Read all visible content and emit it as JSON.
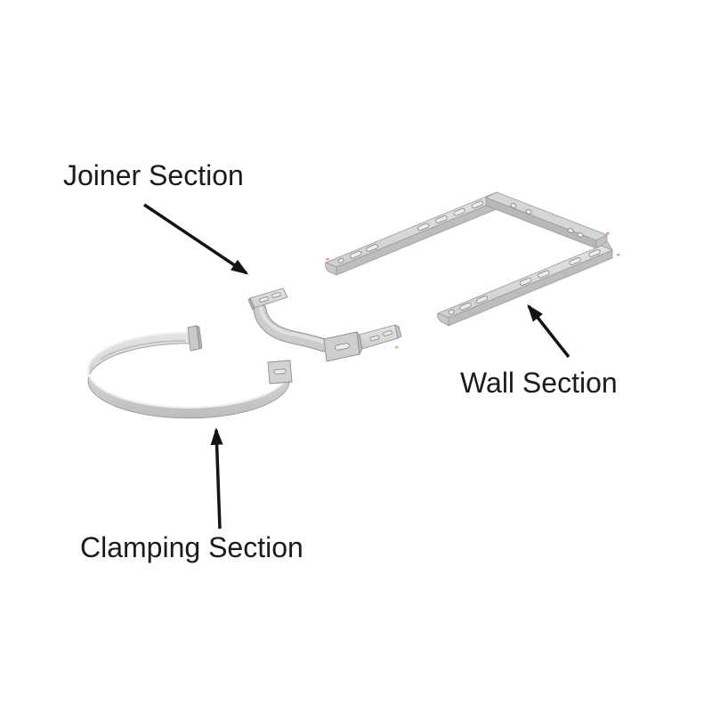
{
  "diagram": {
    "type": "exploded-parts-diagram",
    "labels": {
      "joiner": "Joiner Section",
      "wall": "Wall Section",
      "clamping": "Clamping Section"
    },
    "colors": {
      "background": "#ffffff",
      "label_text": "#1b1b1b",
      "arrow": "#141414",
      "metal_highlight": "#e6e6e6",
      "metal_top": "#d7d7d7",
      "metal_side": "#bdbdbd",
      "metal_edge": "#9a9a9a",
      "hole_fill": "#ececec",
      "hole_edge": "#8a8a8a"
    }
  }
}
